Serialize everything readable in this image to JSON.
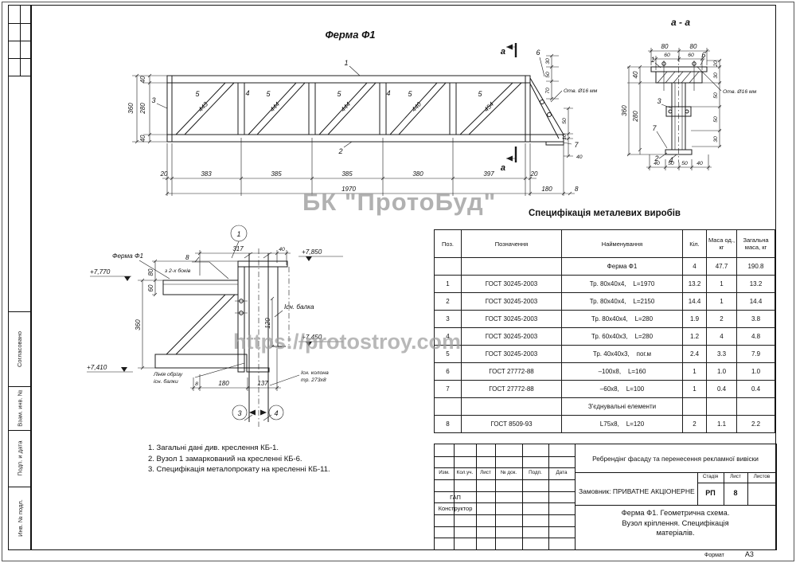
{
  "watermarks": {
    "brand": "БК \"ПротоБуд\"",
    "url": "https://protostroy.com"
  },
  "margin_strips": {
    "approved": "Согласовано",
    "vzam_inv": "Взам. инв. №",
    "podp_data": "Подп. и дата",
    "inv_podl": "Инв. № подл."
  },
  "truss": {
    "title": "Ферма Ф1",
    "section_letter": "а",
    "hole_note": "Отв. Ø16 мм",
    "marks": {
      "m1": "1",
      "m2": "2",
      "m3": "3",
      "m4": "4",
      "m5": "5",
      "m6": "6",
      "m7": "7"
    },
    "diag_lengths": [
      "443",
      "444",
      "444",
      "440",
      "454"
    ],
    "seg_dims": [
      "20",
      "383",
      "385",
      "385",
      "380",
      "397",
      "20"
    ],
    "total_dim": "1970",
    "ext_dim": "180",
    "end_dim": "8",
    "left_dims": [
      "40",
      "280",
      "40"
    ],
    "height_dim": "360",
    "rt_dims": [
      "30",
      "50",
      "70"
    ],
    "rb_dims": [
      "50",
      "10",
      "40"
    ]
  },
  "section": {
    "title": "а - а",
    "hole_note": "Отв. Ø16 мм",
    "top_dims": [
      "80",
      "80"
    ],
    "top_dims2": [
      "60",
      "60"
    ],
    "left_dims": [
      "40",
      "280"
    ],
    "height_dim": "360",
    "right_dims": [
      "20",
      "30",
      "50",
      "50",
      "30"
    ],
    "bottom_dims": [
      "40",
      "50",
      "50",
      "40"
    ],
    "marks": {
      "m1": "1",
      "m2": "2",
      "m3": "3",
      "m4": "4",
      "m6": "6",
      "m7": "7"
    }
  },
  "node": {
    "balloon": "1",
    "truss_label": "Ферма Ф1",
    "weld_size": "8",
    "weld_note": "з 2-х боків",
    "beam_label": "Існ. балка",
    "cut_line1": "Лінія обрізу",
    "cut_line2": "існ. балки",
    "col_line1": "Існ. колона",
    "col_line2": "тр. 273х8",
    "elev_tl": "+7,770",
    "elev_tr": "+7,850",
    "elev_mr": "+7,450",
    "elev_bl": "+7,410",
    "top_dim": "317",
    "top_sub": "40",
    "left_dims": [
      "80",
      "60"
    ],
    "height_dim": "360",
    "beam_dim": "120",
    "bottom_dims": [
      "8",
      "180",
      "137"
    ],
    "sect3": "3",
    "sect4": "4"
  },
  "notes": [
    "1. Загальні дані див. креслення КБ-1.",
    "2. Вузол 1 замаркований на кресленні КБ-6.",
    "3. Специфікація металопрокату на кресленні КБ-11."
  ],
  "spec": {
    "title": "Специфікація металевих виробів",
    "h_pos": "Поз.",
    "h_desig": "Позначення",
    "h_name": "Найменування",
    "h_qty": "Кіл.",
    "h_unit": "Маса од., кг",
    "h_total": "Загальна маса, кг",
    "rows": [
      {
        "pos": "",
        "desig": "",
        "name": "Ферма Ф1",
        "qty": "4",
        "unit": "47.7",
        "total": "190.8"
      },
      {
        "pos": "1",
        "desig": "ГОСТ 30245-2003",
        "name": "Тр. 80х40х4,    L=1970",
        "qty": "13.2",
        "unit": "1",
        "total": "13.2"
      },
      {
        "pos": "2",
        "desig": "ГОСТ 30245-2003",
        "name": "Тр. 80х40х4,    L=2150",
        "qty": "14.4",
        "unit": "1",
        "total": "14.4"
      },
      {
        "pos": "3",
        "desig": "ГОСТ 30245-2003",
        "name": "Тр. 80х40х4,    L=280",
        "qty": "1.9",
        "unit": "2",
        "total": "3.8"
      },
      {
        "pos": "4",
        "desig": "ГОСТ 30245-2003",
        "name": "Тр. 60х40х3,    L=280",
        "qty": "1.2",
        "unit": "4",
        "total": "4.8"
      },
      {
        "pos": "5",
        "desig": "ГОСТ 30245-2003",
        "name": "Тр. 40х40х3,    пог.м",
        "qty": "2.4",
        "unit": "3.3",
        "total": "7.9"
      },
      {
        "pos": "6",
        "desig": "ГОСТ 27772-88",
        "name": "–100х8,    L=160",
        "qty": "1",
        "unit": "1.0",
        "total": "1.0"
      },
      {
        "pos": "7",
        "desig": "ГОСТ 27772-88",
        "name": "–60х8,    L=100",
        "qty": "1",
        "unit": "0.4",
        "total": "0.4"
      },
      {
        "pos": "",
        "desig": "",
        "name": "З'єднувальні елементи",
        "qty": "",
        "unit": "",
        "total": ""
      },
      {
        "pos": "8",
        "desig": "ГОСТ 8509-93",
        "name": "L75х8,    L=120",
        "qty": "2",
        "unit": "1.1",
        "total": "2.2"
      }
    ]
  },
  "titleblock": {
    "project": "Ребрендінг фасаду та перенесення рекламної вивіски",
    "client": "Замовник: ПРИВАТНЕ АКЦІОНЕРНЕ",
    "stage_h": "Стадія",
    "sheet_h": "Лист",
    "sheets_h": "Листов",
    "stage": "РП",
    "sheet": "8",
    "title1": "Ферма Ф1. Геометрична схема.",
    "title2": "Вузол кріплення. Специфікація",
    "title3": "матеріалів.",
    "cols": [
      "Изм.",
      "Кол.уч.",
      "Лист",
      "№ док.",
      "Подп.",
      "Дата"
    ],
    "role1": "ГАП",
    "role2": "Конструктор"
  },
  "format": {
    "label": "Формат",
    "value": "А3"
  }
}
